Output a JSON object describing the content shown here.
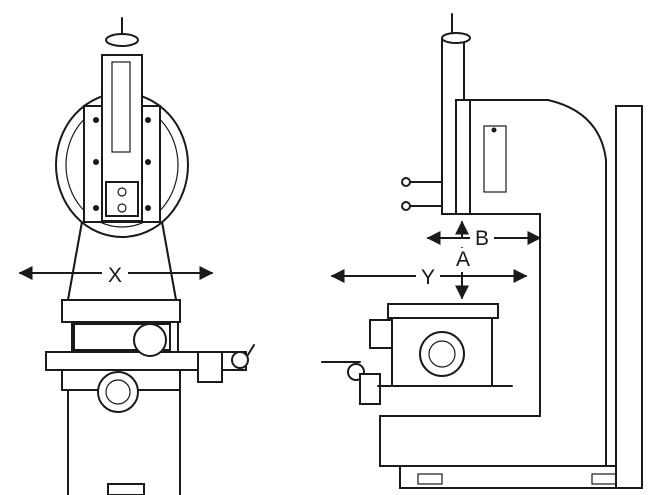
{
  "figure": {
    "front_view": {
      "axis_label": "X"
    },
    "side_view": {
      "axis_labels": {
        "a": "A",
        "b": "B",
        "y": "Y"
      }
    }
  }
}
